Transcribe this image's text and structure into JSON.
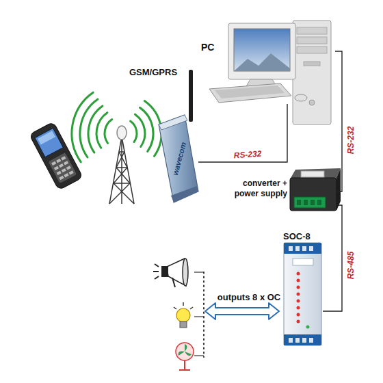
{
  "diagram": {
    "nodes": [
      {
        "text": [
          "PC"
        ]
      },
      {
        "text": [
          "GSM/GPRS"
        ]
      },
      {
        "text": [
          "converter + power supply"
        ]
      },
      {
        "text": [
          "SOC-8"
        ]
      }
    ],
    "edges": [
      {
        "from": 1,
        "to": 0,
        "label": "RS-232",
        "arrow": "none"
      },
      {
        "from": 0,
        "to": 2,
        "label": "RS-232",
        "arrow": "none"
      },
      {
        "from": 2,
        "to": 3,
        "label": "RS-485",
        "arrow": "none"
      }
    ],
    "labels": [
      "outputs 8 x OC",
      "wavecom"
    ]
  }
}
